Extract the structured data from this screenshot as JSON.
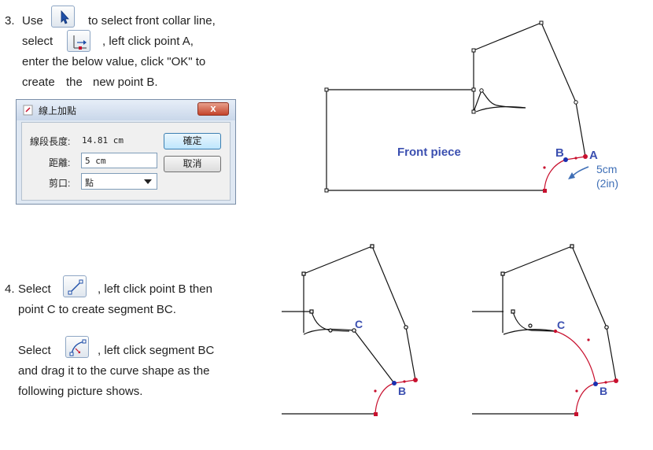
{
  "step3": {
    "number": "3.",
    "line1_pre": "Use",
    "line1_post": "to select front collar line,",
    "line2_pre": "select",
    "line2_post": ", left click point A,",
    "line3": "enter the below value, click \"OK\" to",
    "line4_a": "create",
    "line4_b": "the",
    "line4_c": "new point B."
  },
  "dialog": {
    "title": "線上加點",
    "close": "x",
    "length_label": "線段長度:",
    "length_value": "14.81 cm",
    "distance_label": "距離:",
    "distance_value": "5 cm",
    "notch_label": "剪口:",
    "notch_value": "點",
    "ok": "確定",
    "cancel": "取消"
  },
  "figure1": {
    "piece_label": "Front piece",
    "point_a": "A",
    "point_b": "B",
    "measure_cm": "5cm",
    "measure_in": "(2in)"
  },
  "step4": {
    "number": "4.",
    "line1_pre": "Select",
    "line1_post": ", left click point B then",
    "line2": "point C to create segment BC.",
    "line3_pre": "Select",
    "line3_post": ", left click segment BC",
    "line4": "and drag it to the curve shape as the",
    "line5": "following picture shows."
  },
  "figure2": {
    "point_b": "B",
    "point_c": "C"
  },
  "figure3": {
    "point_b": "B",
    "point_c": "C"
  },
  "colors": {
    "accent_blue": "#3b4fb0",
    "red": "#c8102e",
    "measure_blue": "#3f6fb6"
  },
  "icons": {
    "select_tool": "arrow-cursor-icon",
    "add_point_tool": "add-point-on-line-icon",
    "line_tool": "draw-line-icon",
    "adjust_tool": "adjust-curve-icon"
  }
}
